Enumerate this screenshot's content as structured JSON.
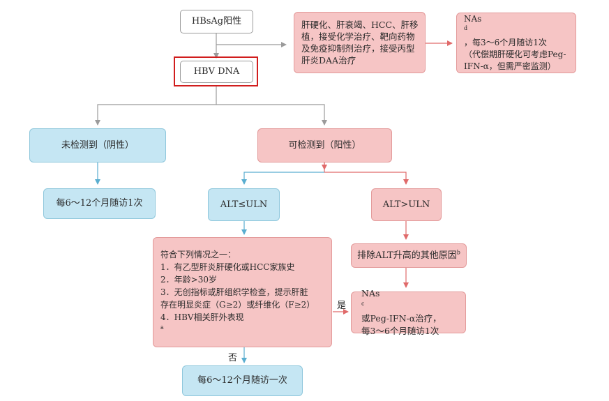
{
  "nodes": {
    "hbsag": "HBsAg阳性",
    "hbv_dna": "HBV DNA",
    "conditions_lines": [
      "肝硬化、肝衰竭、HCC、肝移",
      "植，接受化学治疗、靶向药物",
      "及免疫抑制剂治疗，接受丙型",
      "肝炎DAA治疗"
    ],
    "nas_top_lines": [
      "NAs",
      "，每3～6个月随访1次",
      "（代偿期肝硬化可考虑Peg-",
      "IFN-α，但需严密监测）"
    ],
    "nas_top_sup": "d",
    "undetected": "未检测到（阴性）",
    "detected": "可检测到（阳性）",
    "follow_up_6_12": "每6～12个月随访1次",
    "alt_le_uln": "ALT≤ULN",
    "alt_gt_uln": "ALT>ULN",
    "exclude_other": "排除ALT升高的其他原因",
    "exclude_sup": "b",
    "criteria_lines": [
      "符合下列情况之一：",
      "1．有乙型肝炎肝硬化或HCC家族史",
      "2．年龄>30岁",
      "3．无创指标或肝组织学检查，提示肝脏",
      "存在明显炎症（G≥2）或纤维化（F≥2）",
      "4．HBV相关肝外表现"
    ],
    "criteria_sup": "a",
    "nas_treat_lines": [
      "NAs",
      "或Peg-IFN-α治疗，",
      "每3～6个月随访1次"
    ],
    "nas_treat_sup": "c",
    "follow_up_once": "每6～12个月随访一次"
  },
  "edge_labels": {
    "yes": "是",
    "no": "否"
  },
  "colors": {
    "gray": "#9b9b9b",
    "blue": "#5aaed0",
    "red": "#e06a6a",
    "highlight": "#d11d1d"
  }
}
